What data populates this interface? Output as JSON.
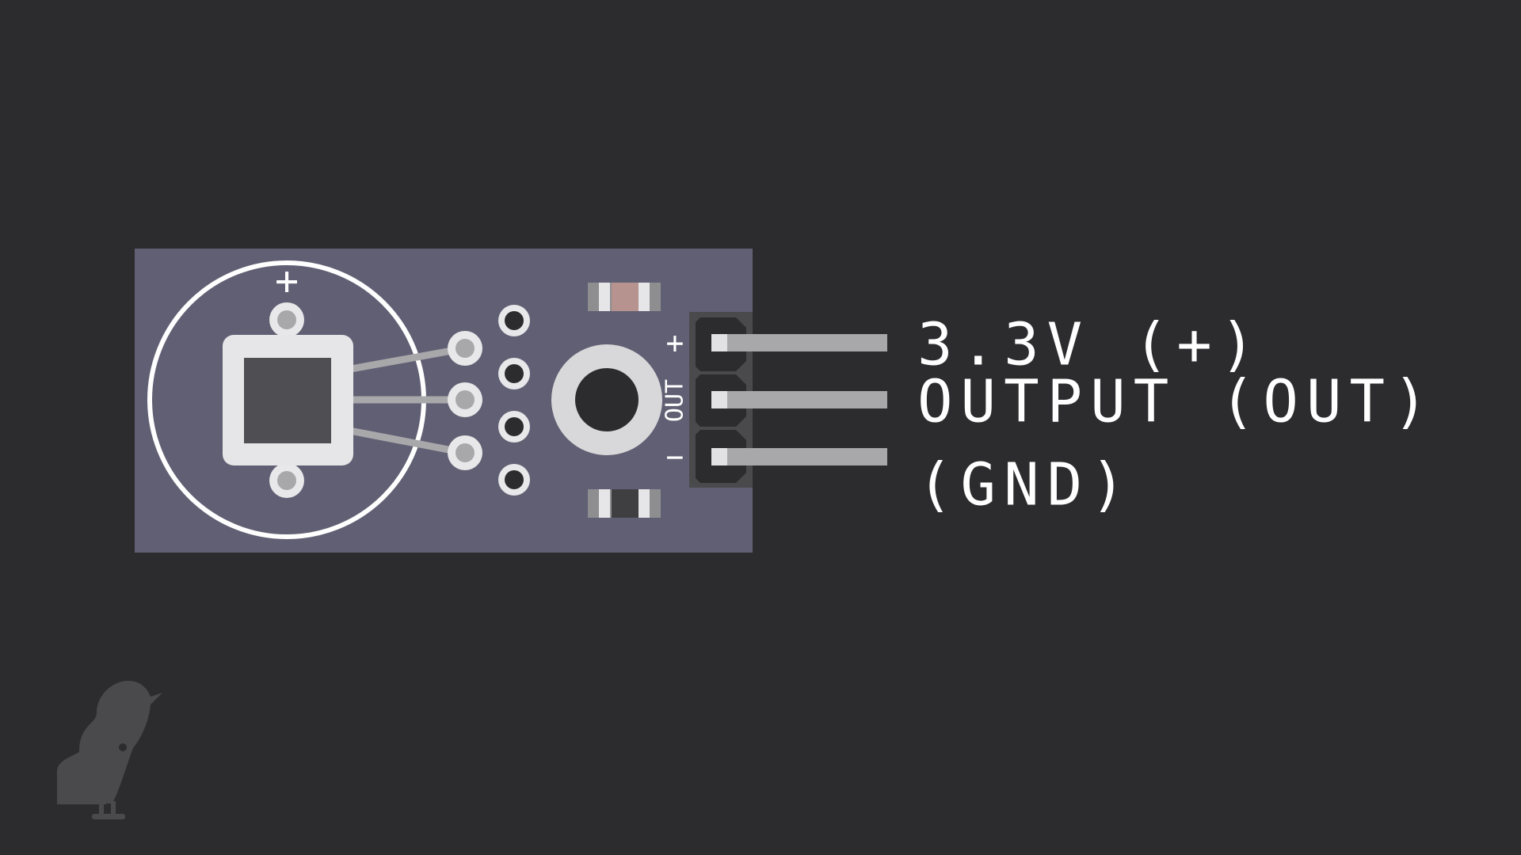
{
  "diagram": {
    "pin_labels": {
      "vcc": "3.3V (+)",
      "out": "OUTPUT (OUT)",
      "gnd": "(GND)"
    },
    "silkscreen": {
      "sensor_plus": "+",
      "header_plus": "+",
      "header_out": "OUT",
      "header_minus": "−"
    },
    "icons": {
      "logo": "bird-logo-icon"
    },
    "colors": {
      "background": "#2c2c2e",
      "board": "#615f73",
      "silkscreen": "#ffffff",
      "pin_metal": "#a8a8ab",
      "header": "#4a4a4d",
      "chip": "#4f4e52",
      "logo": "#4a4a4d"
    }
  }
}
